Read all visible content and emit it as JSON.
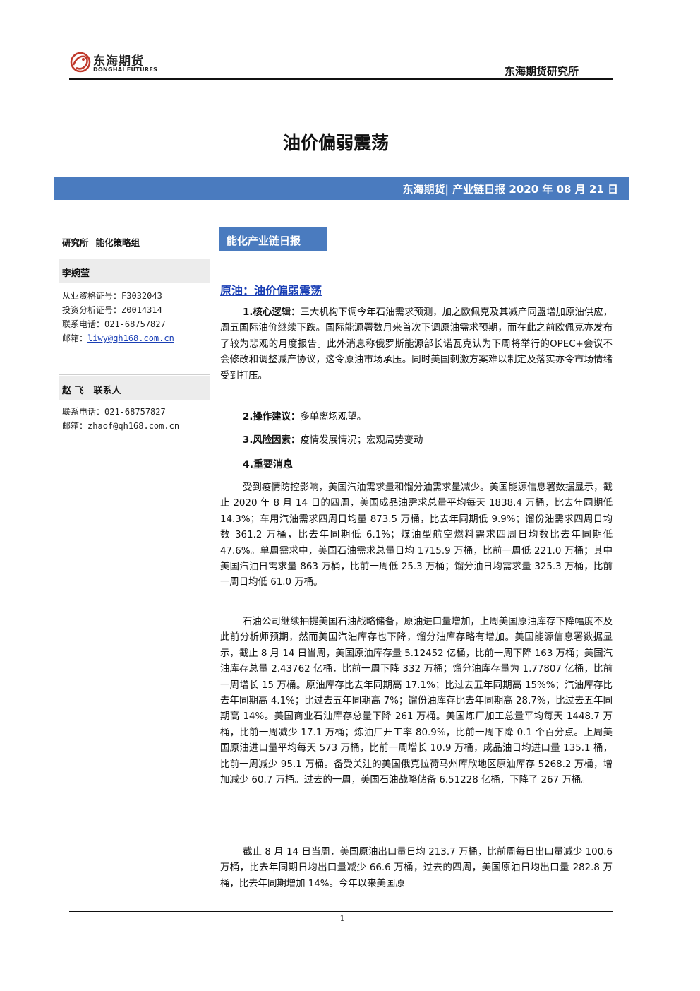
{
  "header": {
    "logo_cn": "东海期货",
    "logo_en": "DONGHAI FUTURES",
    "institute": "东海期货研究所"
  },
  "title": "油价偏弱震荡",
  "banner": "东海期货| 产业链日报 2020 年 08 月 21 日",
  "sidebar": {
    "team_label": "研究所",
    "team_name": "能化策略组",
    "analyst1": {
      "name": "李婉莹",
      "lines": [
        {
          "k": "从业资格证号：",
          "v": "F3032043"
        },
        {
          "k": "投资分析证号：",
          "v": "Z0014314"
        },
        {
          "k": "联系电话：",
          "v": "021-68757827"
        }
      ],
      "email_label": "邮箱：",
      "email": "liwy@qh168.com.cn"
    },
    "analyst2": {
      "name": "赵 飞",
      "role": "联系人",
      "lines": [
        {
          "k": "联系电话：",
          "v": "021-68757827"
        }
      ],
      "email_label": "邮箱：",
      "email": "zhaof@qh168.com.cn"
    }
  },
  "main": {
    "tab": "能化产业链日报",
    "section_title": "原油：油价偏弱震荡",
    "logic_label": "1.核心逻辑：",
    "logic_text": "三大机构下调今年石油需求预测，加之欧佩克及其减产同盟增加原油供应，周五国际油价继续下跌。国际能源署数月来首次下调原油需求预期，而在此之前欧佩克亦发布了较为悲观的月度报告。此外消息称俄罗斯能源部长诺瓦克认为下周将举行的OPEC+会议不会修改和调整减产协议，这令原油市场承压。同时美国刺激方案难以制定及落实亦令市场情绪受到打压。",
    "advice_label": "2.操作建议：",
    "advice_text": "多单离场观望。",
    "risk_label": "3.风险因素：",
    "risk_text": "疫情发展情况；宏观局势变动",
    "news_label": "4.重要消息",
    "news_p1": "受到疫情防控影响，美国汽油需求量和馏分油需求量减少。美国能源信息署数据显示，截止 2020 年 8 月 14 日的四周，美国成品油需求总量平均每天 1838.4 万桶，比去年同期低 14.3%；车用汽油需求四周日均量 873.5 万桶，比去年同期低 9.9%；馏份油需求四周日均数 361.2 万桶，比去年同期低 6.1%；煤油型航空燃料需求四周日均数比去年同期低 47.6%。单周需求中，美国石油需求总量日均 1715.9 万桶，比前一周低 221.0 万桶；其中美国汽油日需求量 863 万桶，比前一周低 25.3 万桶；馏分油日均需求量 325.3 万桶，比前一周日均低 61.0 万桶。",
    "news_p2": "石油公司继续抽提美国石油战略储备，原油进口量增加，上周美国原油库存下降幅度不及此前分析师预期，然而美国汽油库存也下降，馏分油库存略有增加。美国能源信息署数据显示，截止 8 月 14 日当周，美国原油库存量 5.12452 亿桶，比前一周下降 163 万桶；美国汽油库存总量 2.43762 亿桶，比前一周下降 332 万桶；馏分油库存量为 1.77807 亿桶，比前一周增长 15 万桶。原油库存比去年同期高 17.1%；比过去五年同期高 15%%；汽油库存比去年同期高 4.1%；比过去五年同期高 7%；馏份油库存比去年同期高 28.7%，比过去五年同期高 14%。美国商业石油库存总量下降 261 万桶。美国炼厂加工总量平均每天 1448.7 万桶，比前一周减少 17.1 万桶；炼油厂开工率 80.9%，比前一周下降 0.1 个百分点。上周美国原油进口量平均每天 573 万桶，比前一周增长 10.9 万桶，成品油日均进口量 135.1 桶，比前一周减少 95.1 万桶。备受关注的美国俄克拉荷马州库欣地区原油库存 5268.2 万桶，增加减少 60.7 万桶。过去的一周，美国石油战略储备 6.51228 亿桶，下降了 267 万桶。",
    "news_p3": "截止 8 月 14 日当周，美国原油出口量日均 213.7 万桶，比前周每日出口量减少 100.6 万桶，比去年同期日均出口量减少 66.6 万桶，过去的四周，美国原油日均出口量 282.8 万桶，比去年同期增加 14%。今年以来美国原"
  },
  "footer": {
    "page_number": "1"
  }
}
